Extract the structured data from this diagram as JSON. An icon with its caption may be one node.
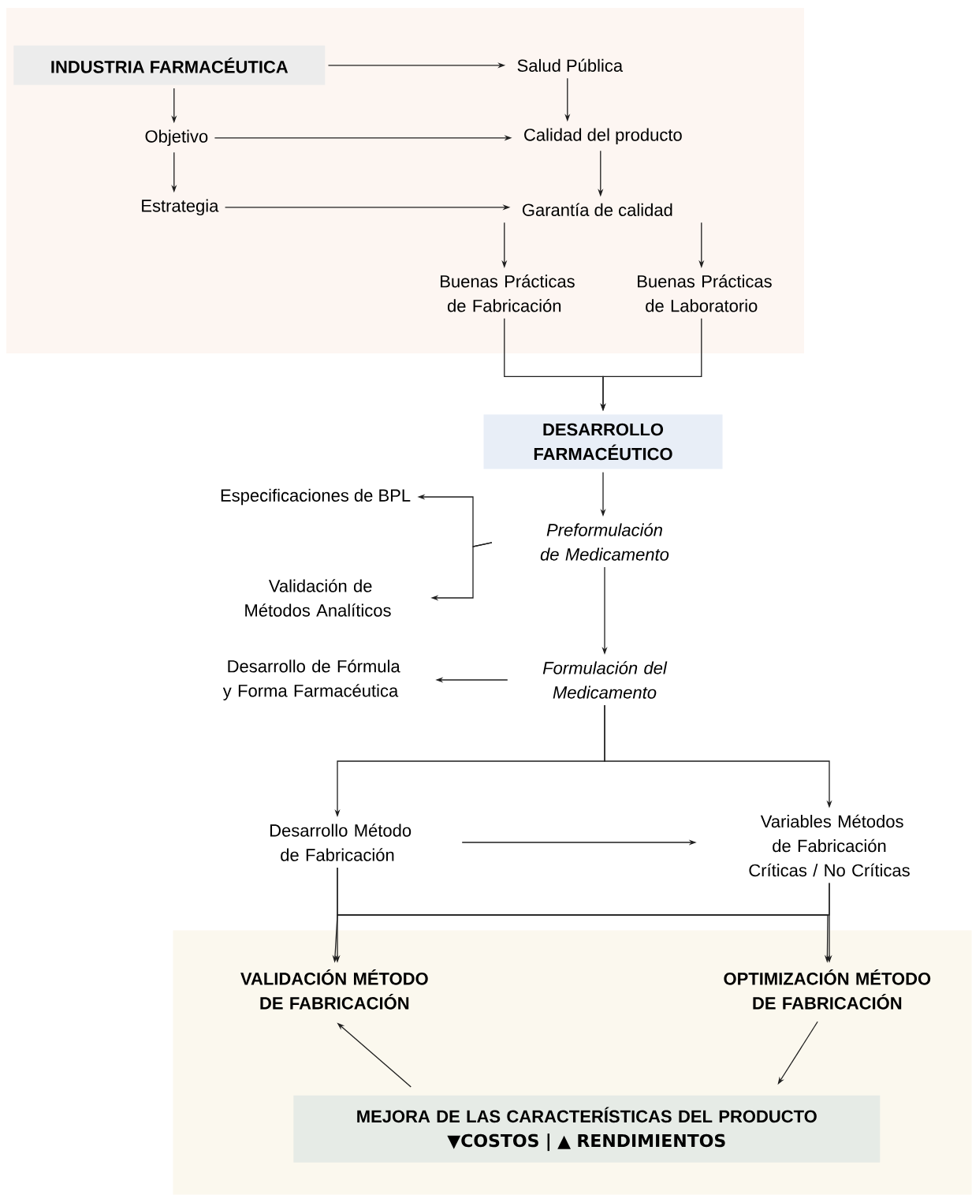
{
  "diagram": {
    "nodes": [
      {
        "text": [],
        "shape": "box"
      },
      {
        "text": [
          "INDUSTRIA FARMACÉUTICA"
        ],
        "in": 0
      },
      {
        "text": [
          "Salud Pública"
        ],
        "in": 0
      },
      {
        "text": [
          "Objetivo"
        ],
        "in": 0
      },
      {
        "text": [
          "Calidad del producto"
        ],
        "in": 0
      },
      {
        "text": [
          "Estrategia"
        ],
        "in": 0
      },
      {
        "text": [
          "Garantía de calidad"
        ],
        "in": 0
      },
      {
        "text": [
          "Buenas Prácticas de Fabricación"
        ],
        "in": 0
      },
      {
        "text": [
          "Buenas Prácticas de Laboratorio"
        ],
        "in": 0
      },
      {
        "text": [
          "DESARROLLO FARMACÉUTICO"
        ]
      },
      {
        "text": [
          "Especificaciones de BPL"
        ]
      },
      {
        "text": [
          "Preformulación de Medicamento"
        ]
      },
      {
        "text": [
          "Validación de Métodos Analíticos"
        ]
      },
      {
        "text": [
          "Desarrollo de Fórmula y Forma Farmacéutica"
        ]
      },
      {
        "text": [
          "Formulación del Medicamento"
        ]
      },
      {
        "text": [
          "Desarrollo Método de Fabricación"
        ]
      },
      {
        "text": [
          "Variables Métodos de Fabricación Críticas / No Críticas"
        ]
      },
      {
        "text": [],
        "shape": "box"
      },
      {
        "text": [
          "VALIDACIÓN MÉTODO DE FABRICACIÓN"
        ],
        "in": 17
      },
      {
        "text": [
          "OPTIMIZACIÓN MÉTODO DE FABRICACIÓN"
        ],
        "in": 17
      },
      {
        "text": [
          "MEJORA DE LAS CARACTERÍSTICAS DEL PRODUCTO",
          "▼COSTOS | ▲ RENDIMIENTOS"
        ],
        "in": 17
      }
    ],
    "edges": [
      {
        "from": 1,
        "to": 2,
        "arrow": "to"
      },
      {
        "from": 1,
        "to": 3,
        "arrow": "to"
      },
      {
        "from": 2,
        "to": 4,
        "arrow": "to"
      },
      {
        "from": 3,
        "to": 4,
        "arrow": "to"
      },
      {
        "from": 3,
        "to": 5,
        "arrow": "to"
      },
      {
        "from": 4,
        "to": 6,
        "arrow": "to"
      },
      {
        "from": 5,
        "to": 6,
        "arrow": "to"
      },
      {
        "from": 6,
        "to": 7,
        "arrow": "to"
      },
      {
        "from": 6,
        "to": 8,
        "arrow": "to"
      },
      {
        "from": 7,
        "to": 9,
        "arrow": "to"
      },
      {
        "from": 8,
        "to": 9,
        "arrow": "to"
      },
      {
        "from": 9,
        "to": 11,
        "arrow": "to"
      },
      {
        "from": 11,
        "to": 10,
        "arrow": "to"
      },
      {
        "from": 11,
        "to": 12,
        "arrow": "to"
      },
      {
        "from": 11,
        "to": 14,
        "arrow": "to"
      },
      {
        "from": 14,
        "to": 13,
        "arrow": "to"
      },
      {
        "from": 14,
        "to": 15,
        "arrow": "to"
      },
      {
        "from": 14,
        "to": 16,
        "arrow": "to"
      },
      {
        "from": 15,
        "to": 16,
        "arrow": "to"
      },
      {
        "from": 15,
        "to": 18,
        "arrow": "to"
      },
      {
        "from": 15,
        "to": 19,
        "arrow": "to"
      },
      {
        "from": 16,
        "to": 18,
        "arrow": "to"
      },
      {
        "from": 16,
        "to": 19,
        "arrow": "to"
      },
      {
        "from": 19,
        "to": 20,
        "arrow": "to"
      },
      {
        "from": 20,
        "to": 18,
        "arrow": "to"
      }
    ]
  }
}
